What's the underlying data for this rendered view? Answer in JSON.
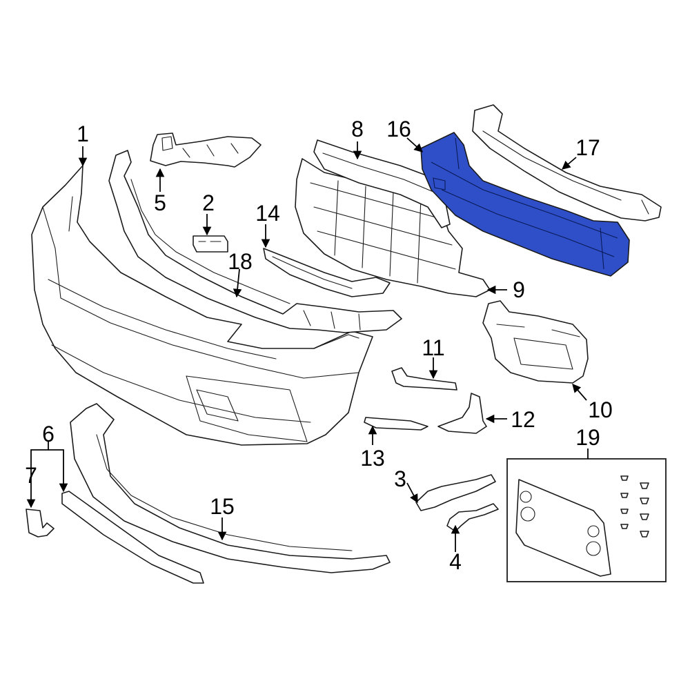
{
  "diagram": {
    "highlight_color": "#2f4fc8",
    "line_color": "#1a1a1a",
    "callouts": [
      {
        "id": "c1",
        "text": "1"
      },
      {
        "id": "c2",
        "text": "2"
      },
      {
        "id": "c3",
        "text": "3"
      },
      {
        "id": "c4",
        "text": "4"
      },
      {
        "id": "c5",
        "text": "5"
      },
      {
        "id": "c6",
        "text": "6"
      },
      {
        "id": "c7",
        "text": "7"
      },
      {
        "id": "c8",
        "text": "8"
      },
      {
        "id": "c9",
        "text": "9"
      },
      {
        "id": "c10",
        "text": "10"
      },
      {
        "id": "c11",
        "text": "11"
      },
      {
        "id": "c12",
        "text": "12"
      },
      {
        "id": "c13",
        "text": "13"
      },
      {
        "id": "c14",
        "text": "14"
      },
      {
        "id": "c15",
        "text": "15"
      },
      {
        "id": "c16",
        "text": "16"
      },
      {
        "id": "c17",
        "text": "17"
      },
      {
        "id": "c18",
        "text": "18"
      },
      {
        "id": "c19",
        "text": "19"
      }
    ]
  }
}
